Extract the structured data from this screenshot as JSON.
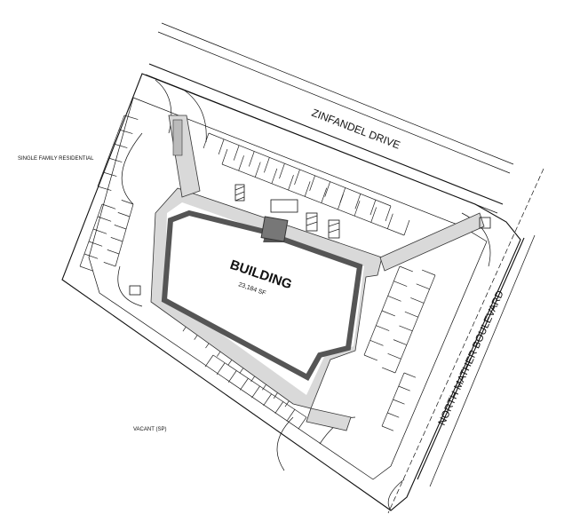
{
  "labels": {
    "street_top": "ZINFANDEL DRIVE",
    "street_right": "NORTH MATHER BOULEVARD",
    "building": "BUILDING",
    "building_area": "23,184 SF",
    "neighbor_west": "SINGLE FAMILY RESIDENTIAL",
    "neighbor_south": "VACANT (SP)"
  },
  "colors": {
    "linework": "#111111",
    "walkway": "#d9d9d9",
    "building_outline": "#555555",
    "background": "#ffffff"
  }
}
